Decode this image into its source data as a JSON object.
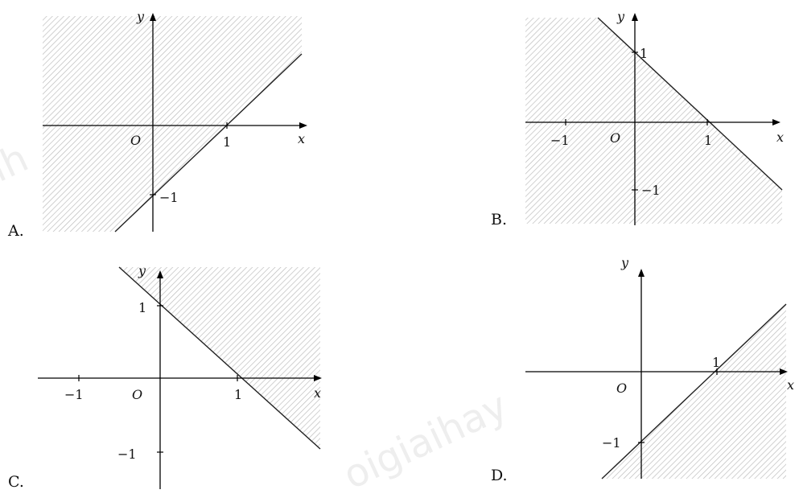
{
  "watermark": {
    "text": "loigiaihay",
    "visible_fragment": "oigiaihay"
  },
  "colors": {
    "hatch": "#b8b8b8",
    "axis": "#000000",
    "line": "#222222",
    "text": "#111111"
  },
  "options": [
    {
      "label": "A.",
      "line": "y = x - 1",
      "shaded_side": "upper-left",
      "axis_labels": {
        "x": "x",
        "y": "y",
        "origin": "O"
      },
      "tick_labels": [
        {
          "text": "1",
          "at": "x=1"
        },
        {
          "text": "−1",
          "at": "y=-1"
        }
      ]
    },
    {
      "label": "B.",
      "line": "y = 1 - x",
      "shaded_side": "lower-left",
      "axis_labels": {
        "x": "x",
        "y": "y",
        "origin": "O"
      },
      "tick_labels": [
        {
          "text": "1",
          "at": "y=1"
        },
        {
          "text": "−1",
          "at": "x=-1"
        },
        {
          "text": "1",
          "at": "x=1"
        },
        {
          "text": "−1",
          "at": "y=-1"
        }
      ]
    },
    {
      "label": "C.",
      "line": "y = 1 - x",
      "shaded_side": "upper-right",
      "axis_labels": {
        "x": "x",
        "y": "y",
        "origin": "O"
      },
      "tick_labels": [
        {
          "text": "1",
          "at": "y=1"
        },
        {
          "text": "−1",
          "at": "x=-1"
        },
        {
          "text": "1",
          "at": "x=1"
        },
        {
          "text": "−1",
          "at": "y=-1"
        }
      ]
    },
    {
      "label": "D.",
      "line": "y = x - 1",
      "shaded_side": "lower-right",
      "axis_labels": {
        "x": "x",
        "y": "y",
        "origin": "O"
      },
      "tick_labels": [
        {
          "text": "1",
          "at": "x=1"
        },
        {
          "text": "−1",
          "at": "y=-1"
        }
      ]
    }
  ]
}
